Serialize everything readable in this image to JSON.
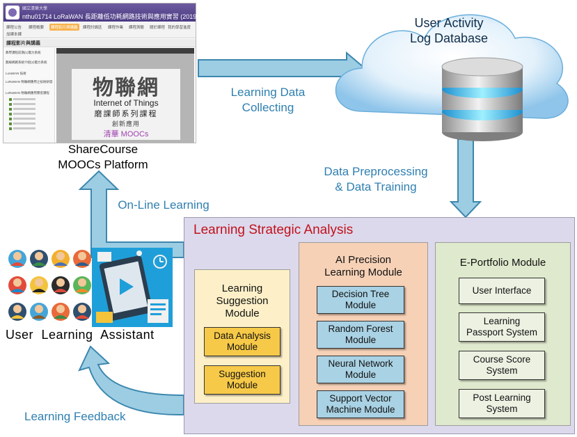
{
  "screenshot": {
    "school_name": "國立清華大學",
    "course_title": "nthu01714 LoRaWAN 長距離低功耗網路技術與應用實習 (2019)",
    "nav_items": [
      "課程公告",
      "課程概要",
      "課程影片與講義",
      "課程討論區",
      "課程作業",
      "課程測驗",
      "關於課程",
      "我的學習進度",
      "加課本課"
    ],
    "section_title": "課程影片與講義",
    "sidebar_items": [
      "教學課程前期(1)電力系統",
      "無線網路系統介紹(2)電力系統",
      "LoraWAN 技術",
      "LoRaWAN 物聯網應用之技術研發",
      "LoRaWAN 物聯網應用實習課程"
    ],
    "video_title_cjk": "物聯網",
    "video_subtitle_en": "Internet of Things",
    "video_series": "磨課師系列課程",
    "video_tagline": "創新應用",
    "video_brand": "清華 MOOCs"
  },
  "labels": {
    "platform_line1": "ShareCourse",
    "platform_line2": "MOOCs Platform",
    "collecting_line1": "Learning Data",
    "collecting_line2": "Collecting",
    "cloud_line1": "User Activity",
    "cloud_line2": "Log Database",
    "preprocess_line1": "Data Preprocessing",
    "preprocess_line2": "& Data Training",
    "online_learning": "On-Line Learning",
    "assistant": "User Learning Assistant",
    "feedback": "Learning Feedback"
  },
  "analysis": {
    "title": "Learning Strategic Analysis",
    "suggestion_module": {
      "title_line1": "Learning",
      "title_line2": "Suggestion",
      "title_line3": "Module",
      "items": [
        {
          "line1": "Data Analysis",
          "line2": "Module"
        },
        {
          "line1": "Suggestion",
          "line2": "Module"
        }
      ]
    },
    "ai_module": {
      "title_line1": "AI Precision",
      "title_line2": "Learning Module",
      "items": [
        {
          "line1": "Decision Tree",
          "line2": "Module"
        },
        {
          "line1": "Random Forest",
          "line2": "Module"
        },
        {
          "line1": "Neural Network",
          "line2": "Module"
        },
        {
          "line1": "Support Vector",
          "line2": "Machine Module"
        }
      ]
    },
    "eportfolio_module": {
      "title": "E-Portfolio Module",
      "items": [
        {
          "line1": "User Interface",
          "line2": ""
        },
        {
          "line1": "Learning",
          "line2": "Passport System"
        },
        {
          "line1": "Course Score",
          "line2": "System"
        },
        {
          "line1": "Post Learning",
          "line2": "System"
        }
      ]
    }
  },
  "colors": {
    "arrow_fill": "#9ccde3",
    "arrow_stroke": "#3d87ae",
    "flow_text": "#2f7fb0",
    "panel_title": "#c0121b",
    "panel_bg": "#ddd9ec",
    "suggestion_bg": "#fdf0c8",
    "ai_bg": "#f6d1b6",
    "eportfolio_bg": "#dfe9cd",
    "yellow_box": "#f7c948",
    "blue_box": "#a9d2e4"
  }
}
